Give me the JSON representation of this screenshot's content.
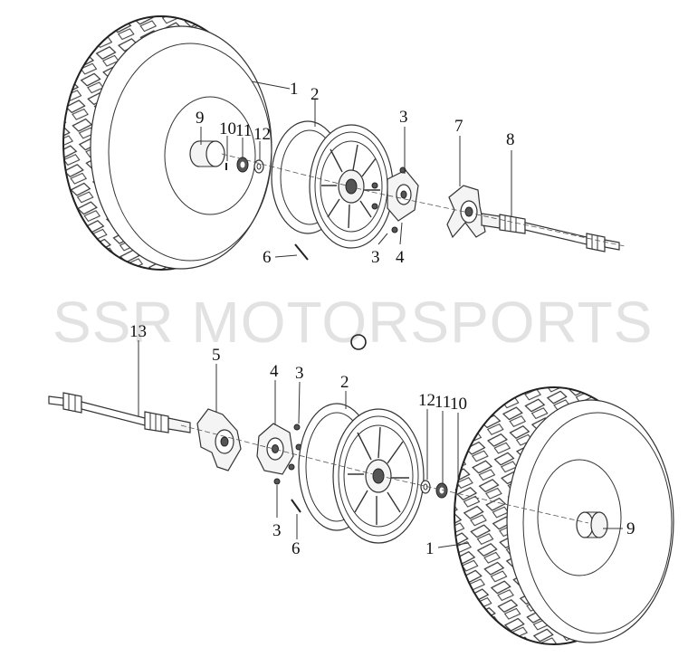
{
  "watermark": "SSR MOTORSPORTS",
  "callouts": {
    "top": {
      "p1": "1",
      "p2": "2",
      "p3a": "3",
      "p3b": "3",
      "p4": "4",
      "p6": "6",
      "p7": "7",
      "p8": "8",
      "p9": "9",
      "p10": "10",
      "p11": "11",
      "p12": "12"
    },
    "bottom": {
      "p1": "1",
      "p2": "2",
      "p3a": "3",
      "p3b": "3",
      "p4": "4",
      "p5": "5",
      "p6": "6",
      "p9": "9",
      "p10": "10",
      "p11": "11",
      "p12": "12",
      "p13": "13"
    }
  }
}
